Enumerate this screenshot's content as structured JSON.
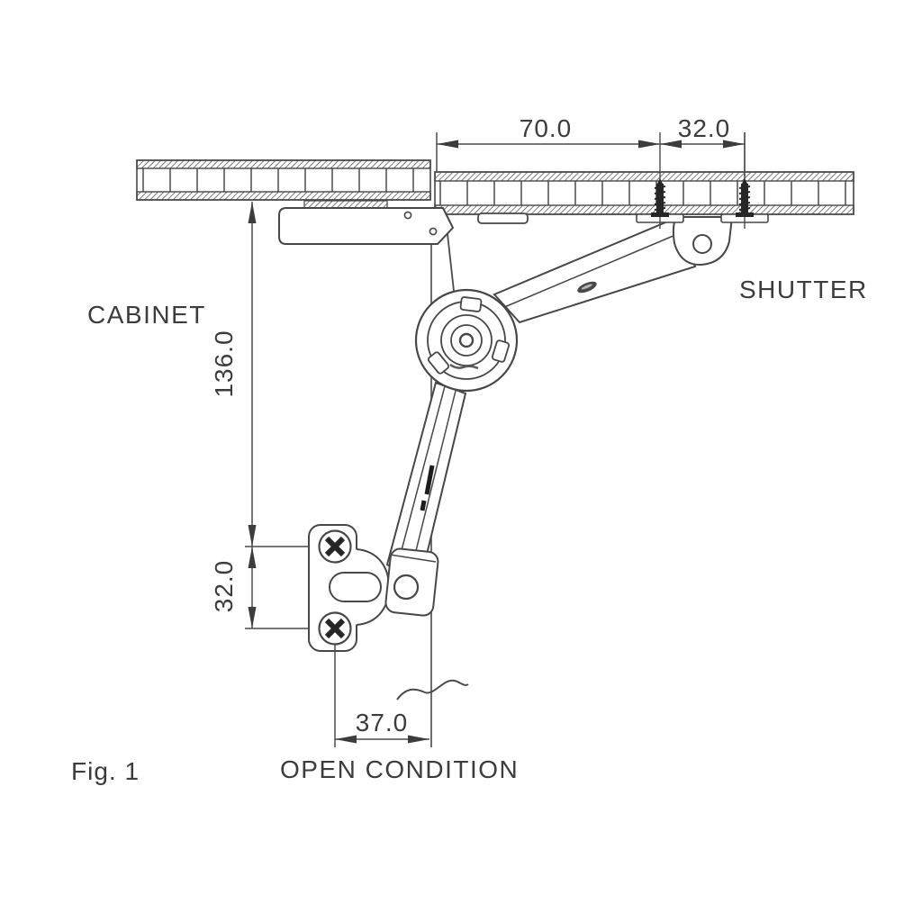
{
  "figure": {
    "caption": "Fig. 1",
    "type": "technical-drawing",
    "subject": "lift-up shutter hinge mechanism, open condition"
  },
  "labels": {
    "cabinet": "CABINET",
    "shutter": "SHUTTER",
    "open_condition": "OPEN CONDITION"
  },
  "dimensions": {
    "shutter_overhang": "70.0",
    "shutter_screw_spacing": "32.0",
    "cabinet_drop_height": "136.0",
    "plate_screw_spacing": "32.0",
    "plate_front_offset": "37.0"
  },
  "icons": {
    "panel_section": "hatched-board-section",
    "screws_top": "wood-screw",
    "screws_plate": "phillips-screw-head"
  },
  "colors": {
    "line": "#474747",
    "text": "#3c3c3c",
    "screw_fill": "#262626",
    "background": "#ffffff"
  }
}
